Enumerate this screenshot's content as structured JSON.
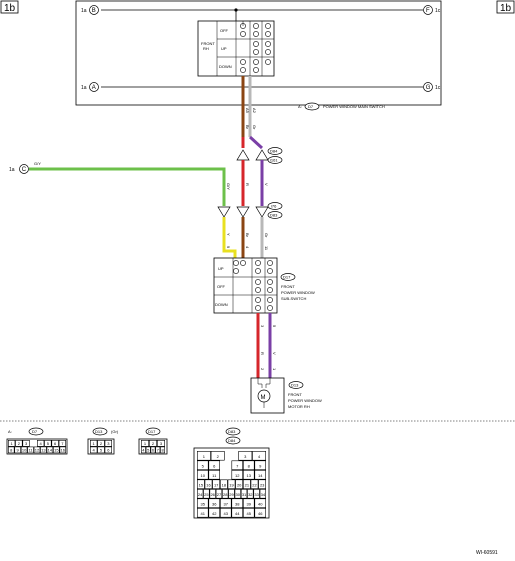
{
  "page_labels": {
    "left": "1b",
    "right": "1b"
  },
  "footer_code": "WI-60591",
  "main_switch": {
    "ref_letter": "A:",
    "connector": "D7",
    "title": "POWER WINDOW MAIN SWITCH",
    "sub_label": [
      "FRONT",
      "RH"
    ],
    "positions": [
      "OFF",
      "UP",
      "DOWN"
    ],
    "terminals": [
      {
        "circle": "B",
        "text": "1a",
        "dest": "F",
        "dest_text": "1c"
      },
      {
        "circle": "A",
        "text": "1a",
        "dest": "G",
        "dest_text": "1c"
      }
    ],
    "pins": [
      "A5",
      "A2"
    ],
    "wire_colors": [
      "Br",
      "Gr"
    ]
  },
  "c_terminal": {
    "text": "1a",
    "circle": "C",
    "wire": "G/Y"
  },
  "connector_pair_1": [
    "D84",
    "i161"
  ],
  "connector_pair_2": [
    "i76",
    "D83"
  ],
  "mid_wires": [
    "G/Y",
    "R",
    "V"
  ],
  "lower_wires": [
    {
      "pin": "9",
      "color": "Y"
    },
    {
      "pin": "4",
      "color": "Br"
    },
    {
      "pin": "11",
      "color": "Gr"
    }
  ],
  "sub_switch": {
    "connector": "D17",
    "title": [
      "FRONT",
      "POWER WINDOW",
      "SUB-SWITCH"
    ],
    "positions": [
      "UP",
      "OFF",
      "DOWN"
    ],
    "pins": [
      "3",
      "5"
    ],
    "wire_colors": [
      "R",
      "V"
    ]
  },
  "motor": {
    "connector": "D13",
    "symbol": "M",
    "title": [
      "FRONT",
      "POWER WINDOW",
      "MOTOR RH"
    ],
    "pins": [
      "2",
      "1"
    ],
    "wire_colors": [
      "R",
      "V"
    ]
  },
  "legend": [
    {
      "prefix": "A:",
      "connector": "D7",
      "rows": [
        [
          "1",
          "2",
          "3",
          "",
          "4",
          "5",
          "6",
          "7"
        ],
        [
          "8",
          "9",
          "10",
          "11",
          "12",
          "13",
          "14",
          "15",
          "16"
        ]
      ]
    },
    {
      "prefix": "",
      "connector": "D13",
      "note": "(Gr)",
      "rows": [
        [
          "1",
          "2",
          "3"
        ],
        [
          "4",
          "5",
          "6"
        ]
      ]
    },
    {
      "prefix": "",
      "connector": "D17",
      "rows": [
        [
          "1",
          "2",
          "3"
        ],
        [
          "4",
          "5",
          "6",
          "7",
          "8"
        ]
      ]
    },
    {
      "prefix": "",
      "connector": "D83",
      "connector2": "D84",
      "rows": [
        [
          "1",
          "2",
          "",
          "3",
          "4"
        ],
        [
          "5",
          "6",
          "",
          "7",
          "8",
          "9"
        ],
        [
          "10",
          "11",
          "",
          "12",
          "13",
          "14"
        ],
        [
          "15",
          "16",
          "17",
          "18",
          "19",
          "20",
          "21",
          "22",
          "23"
        ],
        [
          "24",
          "25",
          "26",
          "27",
          "28",
          "29",
          "30",
          "31",
          "32",
          "33",
          "34"
        ],
        [
          "35",
          "36",
          "37",
          "38",
          "39",
          "40"
        ],
        [
          "41",
          "42",
          "43",
          "44",
          "45",
          "46"
        ]
      ]
    }
  ],
  "colors": {
    "green": "#6cc04a",
    "red": "#d6262b",
    "brown": "#8b4513",
    "gray": "#b8b8b8",
    "violet": "#7a3fa6",
    "yellow": "#e8e020"
  }
}
